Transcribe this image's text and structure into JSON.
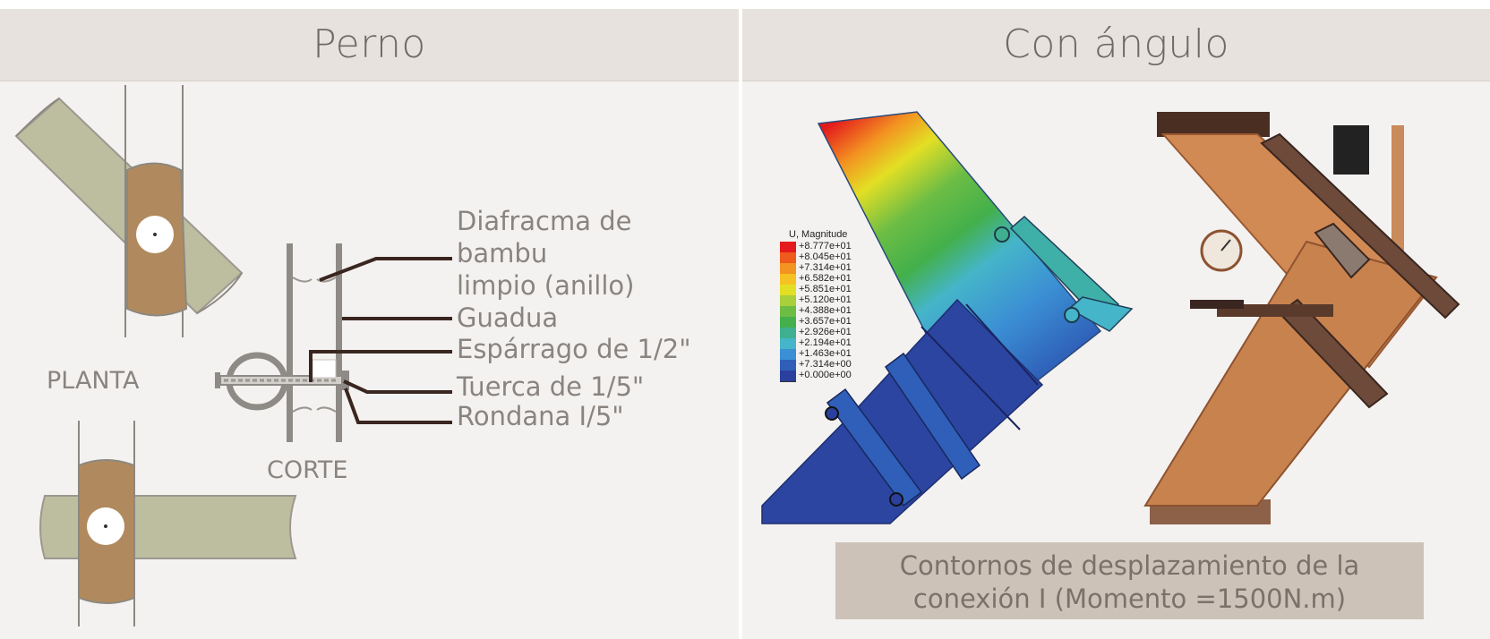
{
  "left_panel": {
    "title": "Perno",
    "planta_label": "PLANTA",
    "corte_label": "CORTE",
    "callouts": [
      "Diafracma de",
      "bambu",
      "limpio (anillo)",
      "Guadua",
      "Espárrago de 1/2\"",
      "Tuerca de 1/5\"",
      "Rondana I/5\""
    ]
  },
  "right_panel": {
    "title": "Con ángulo",
    "legend_title": "U, Magnitude",
    "legend": [
      {
        "value": "+8.777e+01",
        "color": "#e41a1c"
      },
      {
        "value": "+8.045e+01",
        "color": "#ef5a1d"
      },
      {
        "value": "+7.314e+01",
        "color": "#f39321"
      },
      {
        "value": "+6.582e+01",
        "color": "#f6c223"
      },
      {
        "value": "+5.851e+01",
        "color": "#e3df24"
      },
      {
        "value": "+5.120e+01",
        "color": "#a9cf3a"
      },
      {
        "value": "+4.388e+01",
        "color": "#6cbd45"
      },
      {
        "value": "+3.657e+01",
        "color": "#43b04b"
      },
      {
        "value": "+2.926e+01",
        "color": "#3fb08f"
      },
      {
        "value": "+2.194e+01",
        "color": "#45b5c9"
      },
      {
        "value": "+1.463e+01",
        "color": "#3b8fd4"
      },
      {
        "value": "+7.314e+00",
        "color": "#2f5fb8"
      },
      {
        "value": "+0.000e+00",
        "color": "#2b3f9e"
      }
    ],
    "caption_line1": "Contornos de desplazamiento de la",
    "caption_line2": "conexión I (Momento =1500N.m)"
  }
}
